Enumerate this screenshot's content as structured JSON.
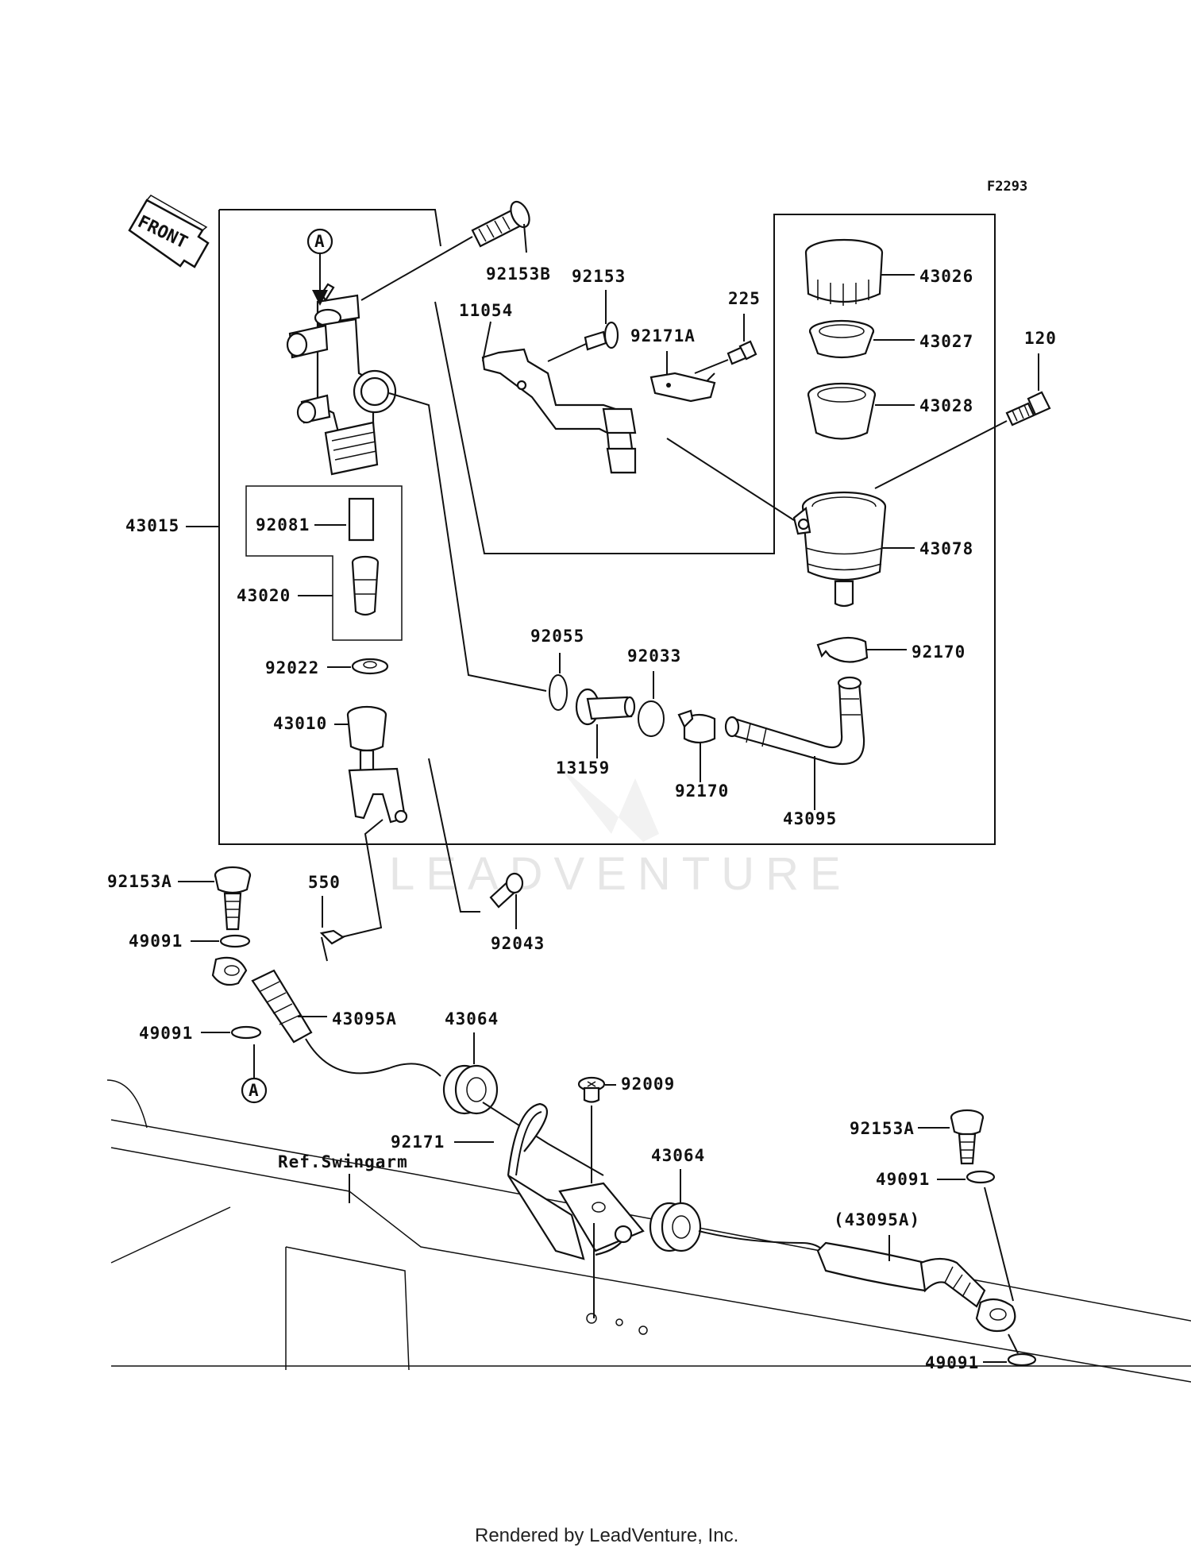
{
  "diagram": {
    "figure_code": "F2293",
    "front_label": "FRONT",
    "swingarm_ref": "Ref.Swingarm",
    "watermark": "LEADVENTURE",
    "footer": "Rendered by LeadVenture, Inc.",
    "callout_a": "A",
    "labels": {
      "p92153B": "92153B",
      "p92153": "92153",
      "p11054": "11054",
      "p225": "225",
      "p92171A": "92171A",
      "p43026": "43026",
      "p43027": "43027",
      "p120": "120",
      "p43028": "43028",
      "p43015": "43015",
      "p92081": "92081",
      "p43078": "43078",
      "p43020": "43020",
      "p92055": "92055",
      "p92033": "92033",
      "p92170a": "92170",
      "p92022": "92022",
      "p43010": "43010",
      "p13159": "13159",
      "p92170b": "92170",
      "p43095": "43095",
      "p92153A1": "92153A",
      "p550": "550",
      "p49091a": "49091",
      "p92043": "92043",
      "p43095A": "43095A",
      "p43064a": "43064",
      "p49091b": "49091",
      "p92009": "92009",
      "p92171": "92171",
      "p43064b": "43064",
      "p92153A2": "92153A",
      "p49091c": "49091",
      "p43095Ap": "(43095A)",
      "p49091d": "49091"
    }
  }
}
